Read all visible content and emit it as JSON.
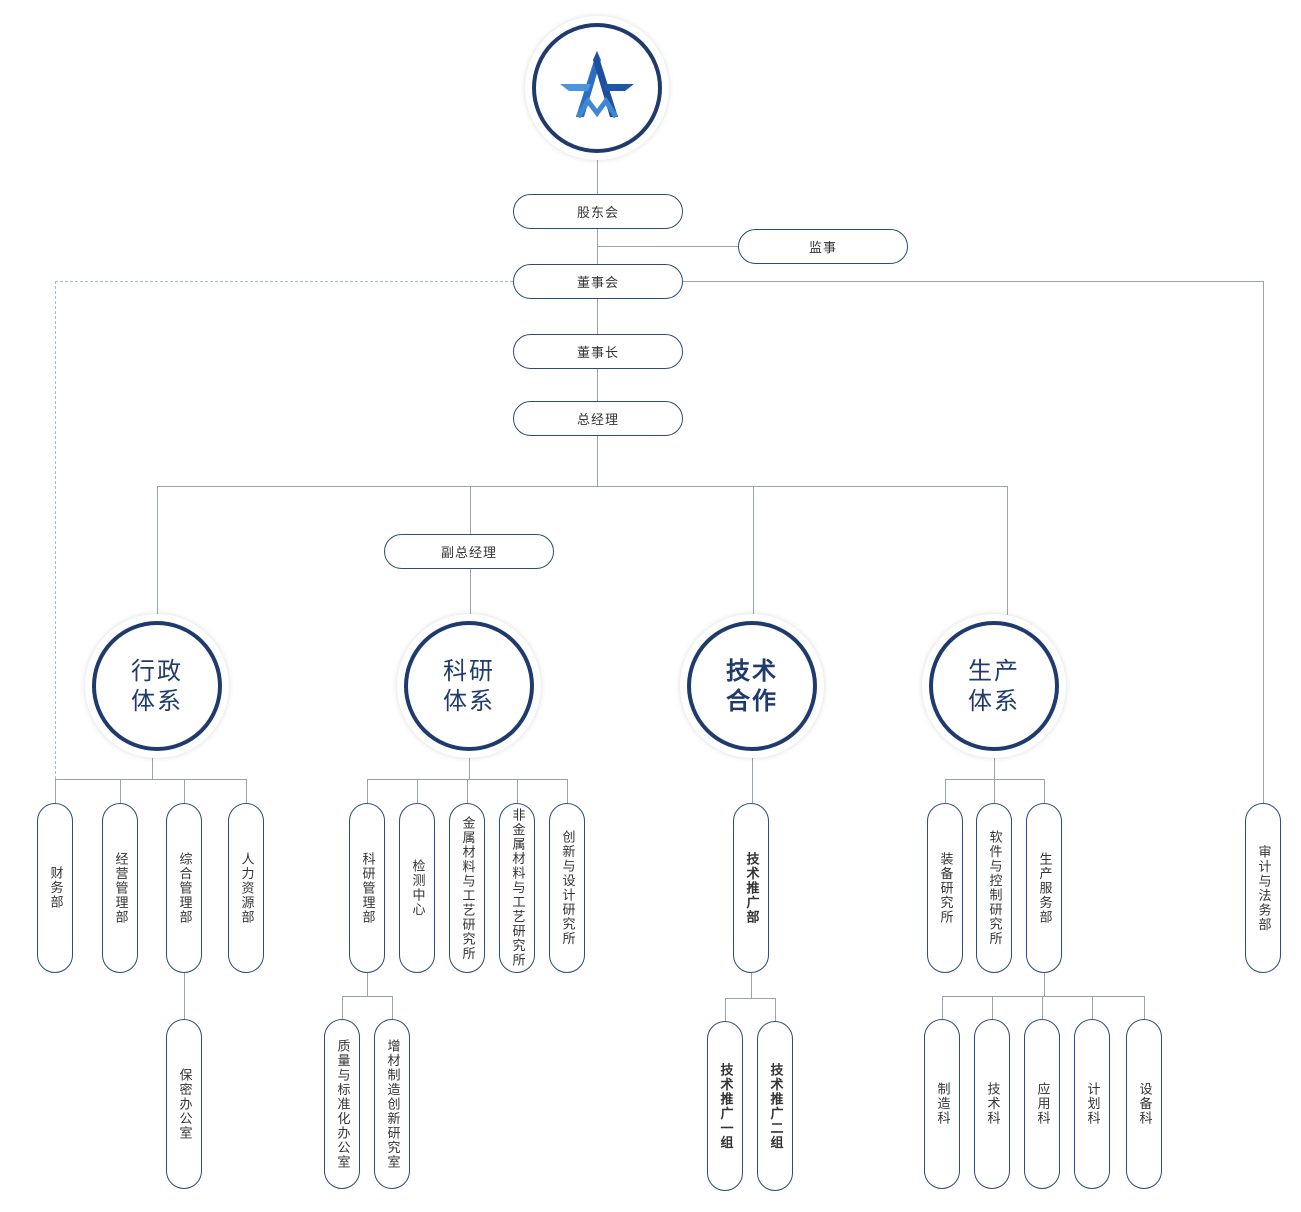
{
  "governance": {
    "shareholders_meeting": "股东会",
    "supervisor": "监事",
    "board_of_directors": "董事会",
    "chairman": "董事长",
    "general_manager": "总经理",
    "deputy_general_manager": "副总经理"
  },
  "systems": [
    {
      "title_line1": "行政",
      "title_line2": "体系",
      "units": [
        "财务部",
        "经营管理部",
        "综合管理部",
        "人力资源部"
      ],
      "sub_units": [
        "保密办公室"
      ]
    },
    {
      "title_line1": "科研",
      "title_line2": "体系",
      "units": [
        "科研管理部",
        "检测中心",
        "金属材料与工艺研究所",
        "非金属材料与工艺研究所",
        "创新与设计研究所"
      ],
      "sub_units": [
        "质量与标准化办公室",
        "增材制造创新研究室"
      ]
    },
    {
      "title_line1": "技术",
      "title_line2": "合作",
      "units": [
        "技术推广部"
      ],
      "sub_units": [
        "技术推广一组",
        "技术推广二组"
      ]
    },
    {
      "title_line1": "生产",
      "title_line2": "体系",
      "units": [
        "装备研究所",
        "软件与控制研究所",
        "生产服务部"
      ],
      "sub_units": [
        "制造科",
        "技术科",
        "应用科",
        "计划科",
        "设备科"
      ]
    }
  ],
  "audit_legal": "审计与法务部",
  "colors": {
    "navy": "#1f3b6e",
    "border": "#2d4a7b",
    "connector": "#9aa2ac",
    "dashed_connector": "#a9bdd3",
    "text": "#333333",
    "logo_blue": "#2b6fc2"
  }
}
